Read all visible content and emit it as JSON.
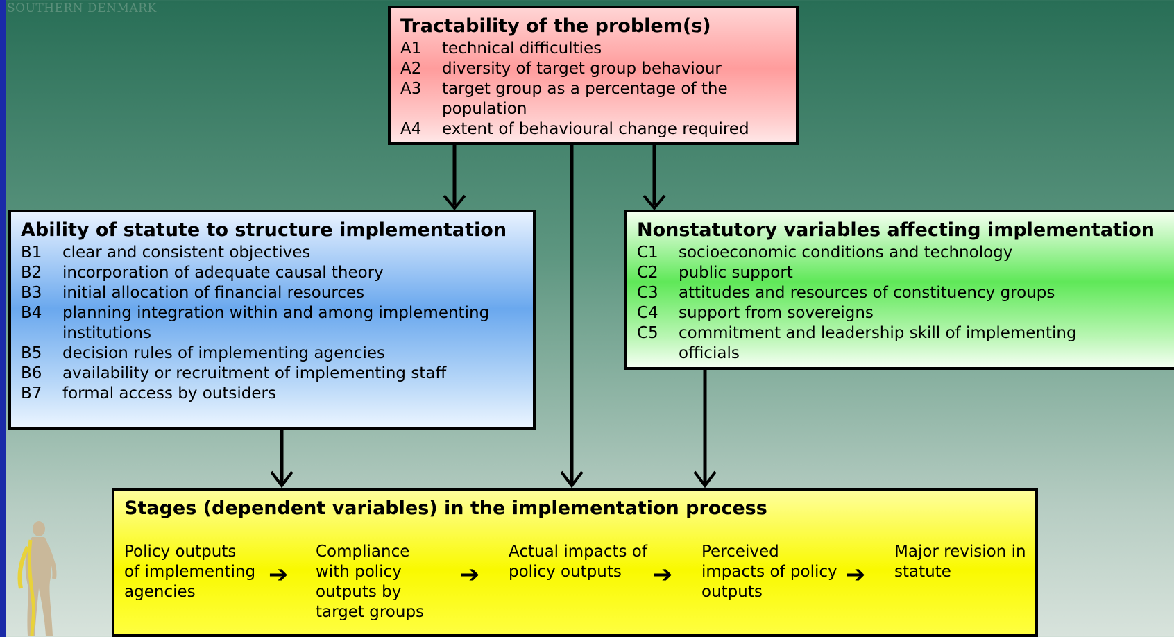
{
  "header": {
    "logo_text": "SOUTHERN DENMARK"
  },
  "box_a": {
    "title": "Tractability of the problem(s)",
    "items": [
      {
        "code": "A1",
        "text": "technical difficulties"
      },
      {
        "code": "A2",
        "text": "diversity of target group behaviour"
      },
      {
        "code": "A3",
        "text": "target group as a percentage of the population"
      },
      {
        "code": "A4",
        "text": "extent of behavioural change required"
      }
    ]
  },
  "box_b": {
    "title": "Ability of statute to structure implementation",
    "items": [
      {
        "code": "B1",
        "text": "clear and consistent objectives"
      },
      {
        "code": "B2",
        "text": "incorporation of adequate causal theory"
      },
      {
        "code": "B3",
        "text": "initial allocation of financial resources"
      },
      {
        "code": "B4",
        "text": "planning integration within and among implementing institutions"
      },
      {
        "code": "B5",
        "text": "decision rules of implementing agencies"
      },
      {
        "code": "B6",
        "text": "availability or recruitment of implementing staff"
      },
      {
        "code": "B7",
        "text": "formal access by outsiders"
      }
    ]
  },
  "box_c": {
    "title": "Nonstatutory variables affecting implementation",
    "items": [
      {
        "code": "C1",
        "text": "socioeconomic conditions and technology"
      },
      {
        "code": "C2",
        "text": "public support"
      },
      {
        "code": "C3",
        "text": "attitudes and resources of constituency groups"
      },
      {
        "code": "C4",
        "text": "support from sovereigns"
      },
      {
        "code": "C5",
        "text": "commitment and leadership skill of implementing officials"
      }
    ]
  },
  "box_d": {
    "title": "Stages (dependent variables) in the implementation process",
    "stages": [
      "Policy outputs of implementing agencies",
      "Compliance with policy outputs by target groups",
      "Actual impacts of policy outputs",
      "Perceived impacts of policy outputs",
      "Major revision in statute"
    ],
    "arrow_glyph": "➔"
  },
  "colors": {
    "box_a": "#ff9c9c",
    "box_b": "#6aa8ee",
    "box_c": "#5fe858",
    "box_d": "#f9f900",
    "arrow": "#000000"
  }
}
